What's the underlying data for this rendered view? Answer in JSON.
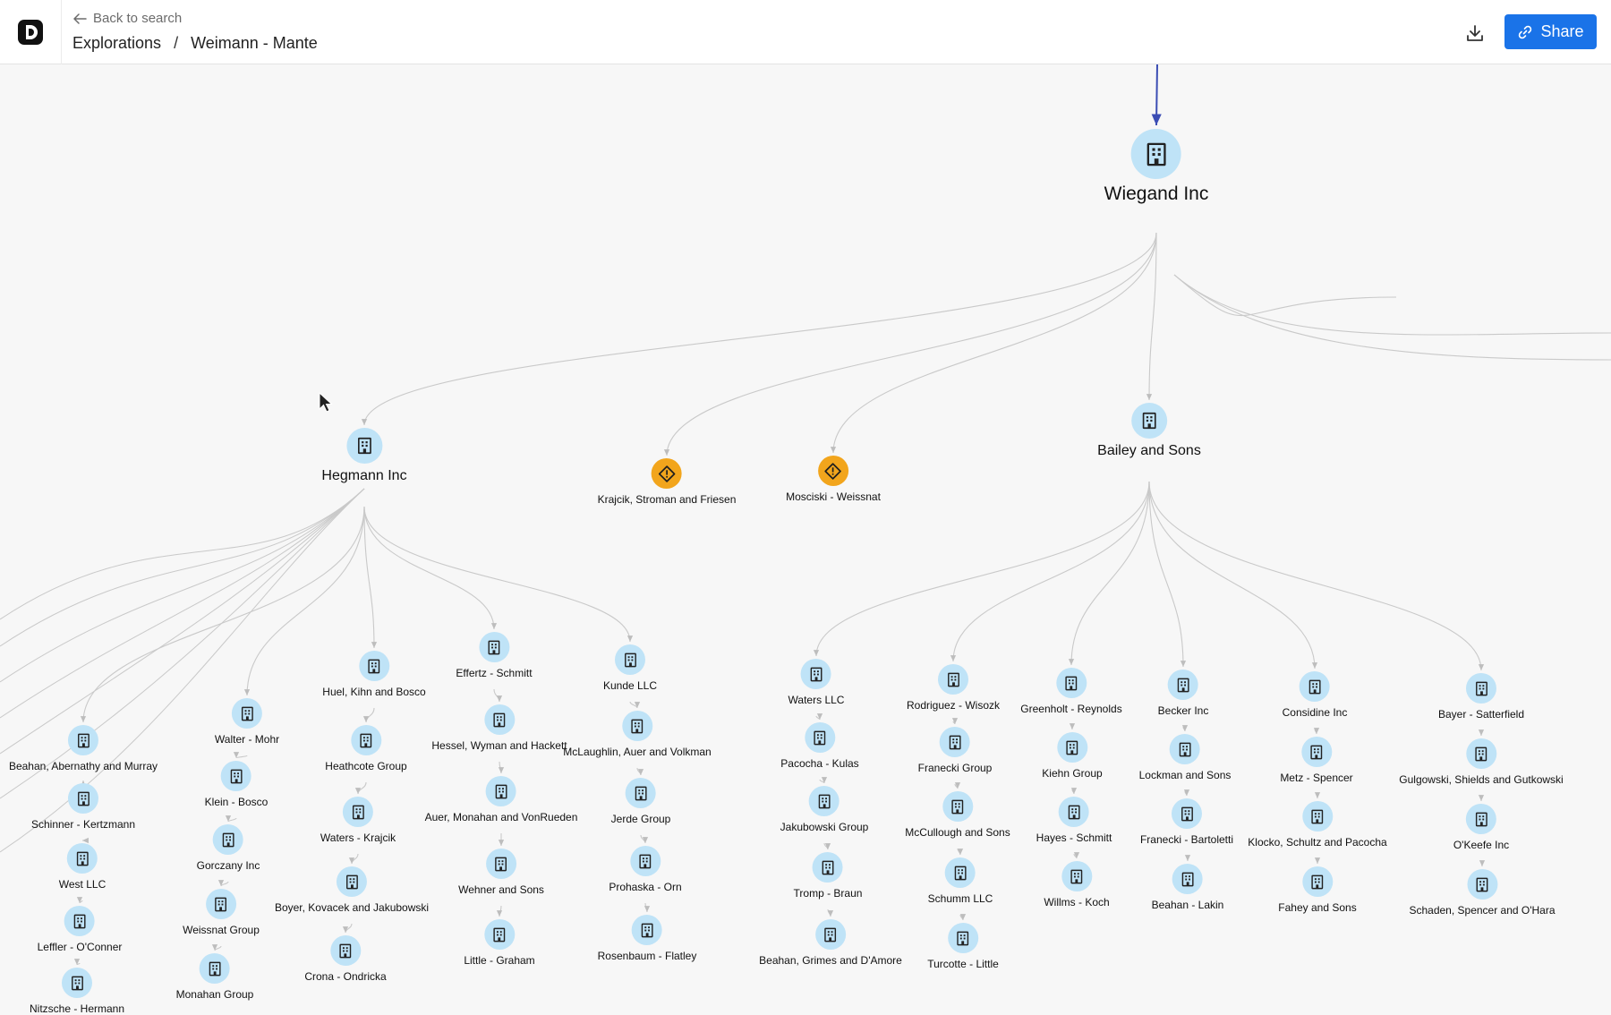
{
  "header": {
    "back_label": "Back to search",
    "breadcrumb": [
      "Explorations",
      "Weimann - Mante"
    ],
    "breadcrumb_sep": "/",
    "share_label": "Share"
  },
  "colors": {
    "accent": "#1a73e8",
    "node": "#bfe3f7",
    "warning": "#f2a51c",
    "edge": "#c9c9c9",
    "root_edge": "#3b4db4"
  },
  "graph": {
    "nodes": [
      {
        "id": "wiegand",
        "label": "Wiegand Inc",
        "kind": "company",
        "size": "xl"
      },
      {
        "id": "hegmann",
        "label": "Hegmann Inc",
        "kind": "company",
        "size": "lg"
      },
      {
        "id": "krajcik",
        "label": "Krajcik, Stroman and Friesen",
        "kind": "warning"
      },
      {
        "id": "mosciski",
        "label": "Mosciski - Weissnat",
        "kind": "warning"
      },
      {
        "id": "bailey",
        "label": "Bailey and Sons",
        "kind": "company",
        "size": "lg"
      },
      {
        "id": "beahan_ab",
        "label": "Beahan, Abernathy and Murray",
        "kind": "company"
      },
      {
        "id": "schinner",
        "label": "Schinner - Kertzmann",
        "kind": "company"
      },
      {
        "id": "west",
        "label": "West LLC",
        "kind": "company"
      },
      {
        "id": "leffler",
        "label": "Leffler - O'Conner",
        "kind": "company"
      },
      {
        "id": "nitzsche",
        "label": "Nitzsche - Hermann",
        "kind": "company"
      },
      {
        "id": "walter",
        "label": "Walter - Mohr",
        "kind": "company"
      },
      {
        "id": "klein",
        "label": "Klein - Bosco",
        "kind": "company"
      },
      {
        "id": "gorczany",
        "label": "Gorczany Inc",
        "kind": "company"
      },
      {
        "id": "weissnat_g",
        "label": "Weissnat Group",
        "kind": "company"
      },
      {
        "id": "monahan_g",
        "label": "Monahan Group",
        "kind": "company"
      },
      {
        "id": "huel",
        "label": "Huel, Kihn and Bosco",
        "kind": "company"
      },
      {
        "id": "heathcote",
        "label": "Heathcote Group",
        "kind": "company"
      },
      {
        "id": "waters_k",
        "label": "Waters - Krajcik",
        "kind": "company"
      },
      {
        "id": "boyer",
        "label": "Boyer, Kovacek and Jakubowski",
        "kind": "company"
      },
      {
        "id": "crona",
        "label": "Crona - Ondricka",
        "kind": "company"
      },
      {
        "id": "effertz",
        "label": "Effertz - Schmitt",
        "kind": "company"
      },
      {
        "id": "hessel",
        "label": "Hessel, Wyman and Hackett",
        "kind": "company"
      },
      {
        "id": "auer_m",
        "label": "Auer, Monahan and VonRueden",
        "kind": "company"
      },
      {
        "id": "wehner",
        "label": "Wehner and Sons",
        "kind": "company"
      },
      {
        "id": "little_g",
        "label": "Little - Graham",
        "kind": "company"
      },
      {
        "id": "kunde",
        "label": "Kunde LLC",
        "kind": "company"
      },
      {
        "id": "mclaughlin",
        "label": "McLaughlin, Auer and Volkman",
        "kind": "company"
      },
      {
        "id": "jerde",
        "label": "Jerde Group",
        "kind": "company"
      },
      {
        "id": "prohaska",
        "label": "Prohaska - Orn",
        "kind": "company"
      },
      {
        "id": "rosenbaum",
        "label": "Rosenbaum - Flatley",
        "kind": "company"
      },
      {
        "id": "waters_llc",
        "label": "Waters LLC",
        "kind": "company"
      },
      {
        "id": "pacocha_k",
        "label": "Pacocha - Kulas",
        "kind": "company"
      },
      {
        "id": "jakubowski_g",
        "label": "Jakubowski Group",
        "kind": "company"
      },
      {
        "id": "tromp",
        "label": "Tromp - Braun",
        "kind": "company"
      },
      {
        "id": "beahan_gd",
        "label": "Beahan, Grimes and D'Amore",
        "kind": "company"
      },
      {
        "id": "rodriguez",
        "label": "Rodriguez - Wisozk",
        "kind": "company"
      },
      {
        "id": "franecki_g",
        "label": "Franecki Group",
        "kind": "company"
      },
      {
        "id": "mccullough",
        "label": "McCullough and Sons",
        "kind": "company"
      },
      {
        "id": "schumm",
        "label": "Schumm LLC",
        "kind": "company"
      },
      {
        "id": "turcotte",
        "label": "Turcotte - Little",
        "kind": "company"
      },
      {
        "id": "greenholt",
        "label": "Greenholt - Reynolds",
        "kind": "company"
      },
      {
        "id": "kiehn",
        "label": "Kiehn Group",
        "kind": "company"
      },
      {
        "id": "hayes",
        "label": "Hayes - Schmitt",
        "kind": "company"
      },
      {
        "id": "willms",
        "label": "Willms - Koch",
        "kind": "company"
      },
      {
        "id": "becker",
        "label": "Becker Inc",
        "kind": "company"
      },
      {
        "id": "lockman",
        "label": "Lockman and Sons",
        "kind": "company"
      },
      {
        "id": "franecki_b",
        "label": "Franecki - Bartoletti",
        "kind": "company"
      },
      {
        "id": "beahan_l",
        "label": "Beahan - Lakin",
        "kind": "company"
      },
      {
        "id": "considine",
        "label": "Considine Inc",
        "kind": "company"
      },
      {
        "id": "metz",
        "label": "Metz - Spencer",
        "kind": "company"
      },
      {
        "id": "klocko",
        "label": "Klocko, Schultz and Pacocha",
        "kind": "company"
      },
      {
        "id": "fahey",
        "label": "Fahey and Sons",
        "kind": "company"
      },
      {
        "id": "bayer",
        "label": "Bayer - Satterfield",
        "kind": "company"
      },
      {
        "id": "gulgowski",
        "label": "Gulgowski, Shields and Gutkowski",
        "kind": "company"
      },
      {
        "id": "okeefe",
        "label": "O'Keefe Inc",
        "kind": "company"
      },
      {
        "id": "schaden",
        "label": "Schaden, Spencer and O'Hara",
        "kind": "company"
      }
    ],
    "edges": [
      [
        "wiegand",
        "hegmann"
      ],
      [
        "wiegand",
        "krajcik"
      ],
      [
        "wiegand",
        "mosciski"
      ],
      [
        "wiegand",
        "bailey"
      ],
      [
        "hegmann",
        "beahan_ab"
      ],
      [
        "beahan_ab",
        "schinner"
      ],
      [
        "schinner",
        "west"
      ],
      [
        "west",
        "leffler"
      ],
      [
        "leffler",
        "nitzsche"
      ],
      [
        "hegmann",
        "walter"
      ],
      [
        "walter",
        "klein"
      ],
      [
        "klein",
        "gorczany"
      ],
      [
        "gorczany",
        "weissnat_g"
      ],
      [
        "weissnat_g",
        "monahan_g"
      ],
      [
        "hegmann",
        "huel"
      ],
      [
        "huel",
        "heathcote"
      ],
      [
        "heathcote",
        "waters_k"
      ],
      [
        "waters_k",
        "boyer"
      ],
      [
        "boyer",
        "crona"
      ],
      [
        "hegmann",
        "effertz"
      ],
      [
        "effertz",
        "hessel"
      ],
      [
        "hessel",
        "auer_m"
      ],
      [
        "auer_m",
        "wehner"
      ],
      [
        "wehner",
        "little_g"
      ],
      [
        "hegmann",
        "kunde"
      ],
      [
        "kunde",
        "mclaughlin"
      ],
      [
        "mclaughlin",
        "jerde"
      ],
      [
        "jerde",
        "prohaska"
      ],
      [
        "prohaska",
        "rosenbaum"
      ],
      [
        "bailey",
        "waters_llc"
      ],
      [
        "waters_llc",
        "pacocha_k"
      ],
      [
        "pacocha_k",
        "jakubowski_g"
      ],
      [
        "jakubowski_g",
        "tromp"
      ],
      [
        "tromp",
        "beahan_gd"
      ],
      [
        "bailey",
        "rodriguez"
      ],
      [
        "rodriguez",
        "franecki_g"
      ],
      [
        "franecki_g",
        "mccullough"
      ],
      [
        "mccullough",
        "schumm"
      ],
      [
        "schumm",
        "turcotte"
      ],
      [
        "bailey",
        "greenholt"
      ],
      [
        "greenholt",
        "kiehn"
      ],
      [
        "kiehn",
        "hayes"
      ],
      [
        "hayes",
        "willms"
      ],
      [
        "bailey",
        "becker"
      ],
      [
        "becker",
        "lockman"
      ],
      [
        "lockman",
        "franecki_b"
      ],
      [
        "franecki_b",
        "beahan_l"
      ],
      [
        "bailey",
        "considine"
      ],
      [
        "considine",
        "metz"
      ],
      [
        "metz",
        "klocko"
      ],
      [
        "klocko",
        "fahey"
      ],
      [
        "bailey",
        "bayer"
      ],
      [
        "bayer",
        "gulgowski"
      ],
      [
        "gulgowski",
        "okeefe"
      ],
      [
        "okeefe",
        "schaden"
      ]
    ]
  }
}
